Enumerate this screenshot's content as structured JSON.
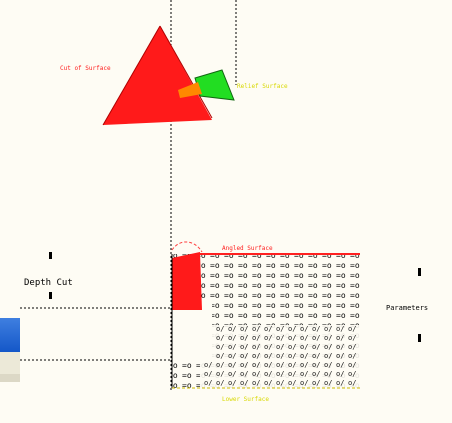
{
  "labels": {
    "cut_surface": "Cut of Surface",
    "rake_surface": "Relief Surface",
    "depth_of_cut": "Depth Cut",
    "angled_surface": "Angled Surface",
    "parameters": "Parameters",
    "bottom_surface": "Lower Surface"
  },
  "colors": {
    "background": "#fefcf4",
    "tool_red": "#ff1a1a",
    "tool_green": "#22dd22",
    "tool_orange": "#ff8800",
    "label_red": "#ff2020",
    "label_yellow": "#d8d800",
    "line_black": "#000000"
  }
}
